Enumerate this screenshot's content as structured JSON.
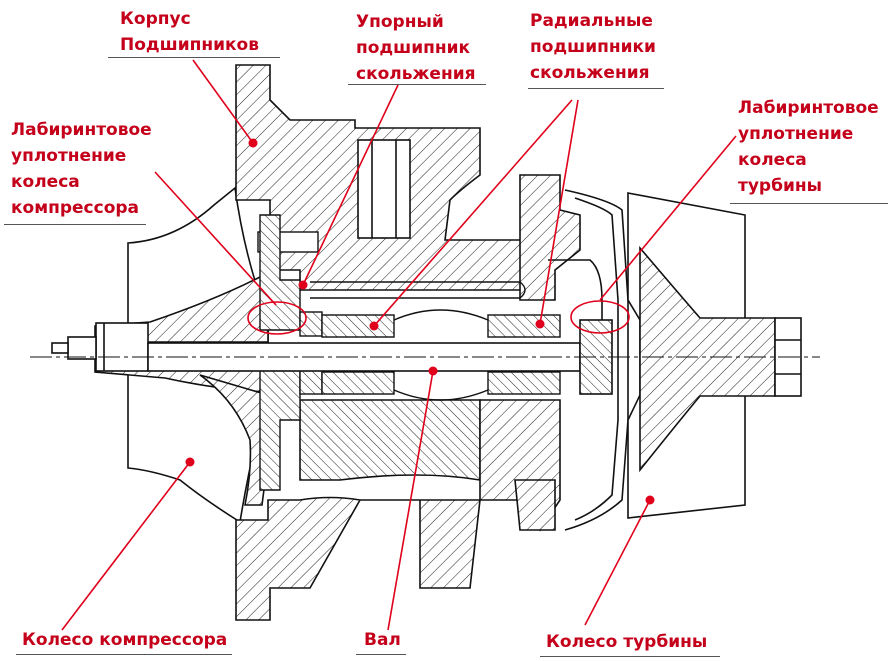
{
  "labels": {
    "bearing_housing": [
      "Корпус",
      "Подшипников"
    ],
    "thrust_bearing": [
      "Упорный",
      "подшипник",
      "скольжения"
    ],
    "radial_bearings": [
      "Радиальные",
      "подшипники",
      "скольжения"
    ],
    "turbine_seal": [
      "Лабиринтовое",
      "уплотнение",
      "колеса",
      "турбины"
    ],
    "compressor_seal": [
      "Лабиринтовое",
      "уплотнение",
      "колеса",
      "компрессора"
    ],
    "compressor_wheel": "Колесо компрессора",
    "shaft": "Вал",
    "turbine_wheel": "Колесо турбины"
  },
  "colors": {
    "label": "#c4001a",
    "leader": "#e0001b",
    "outline": "#111111",
    "hatch": "#222222",
    "underline": "#555555"
  }
}
